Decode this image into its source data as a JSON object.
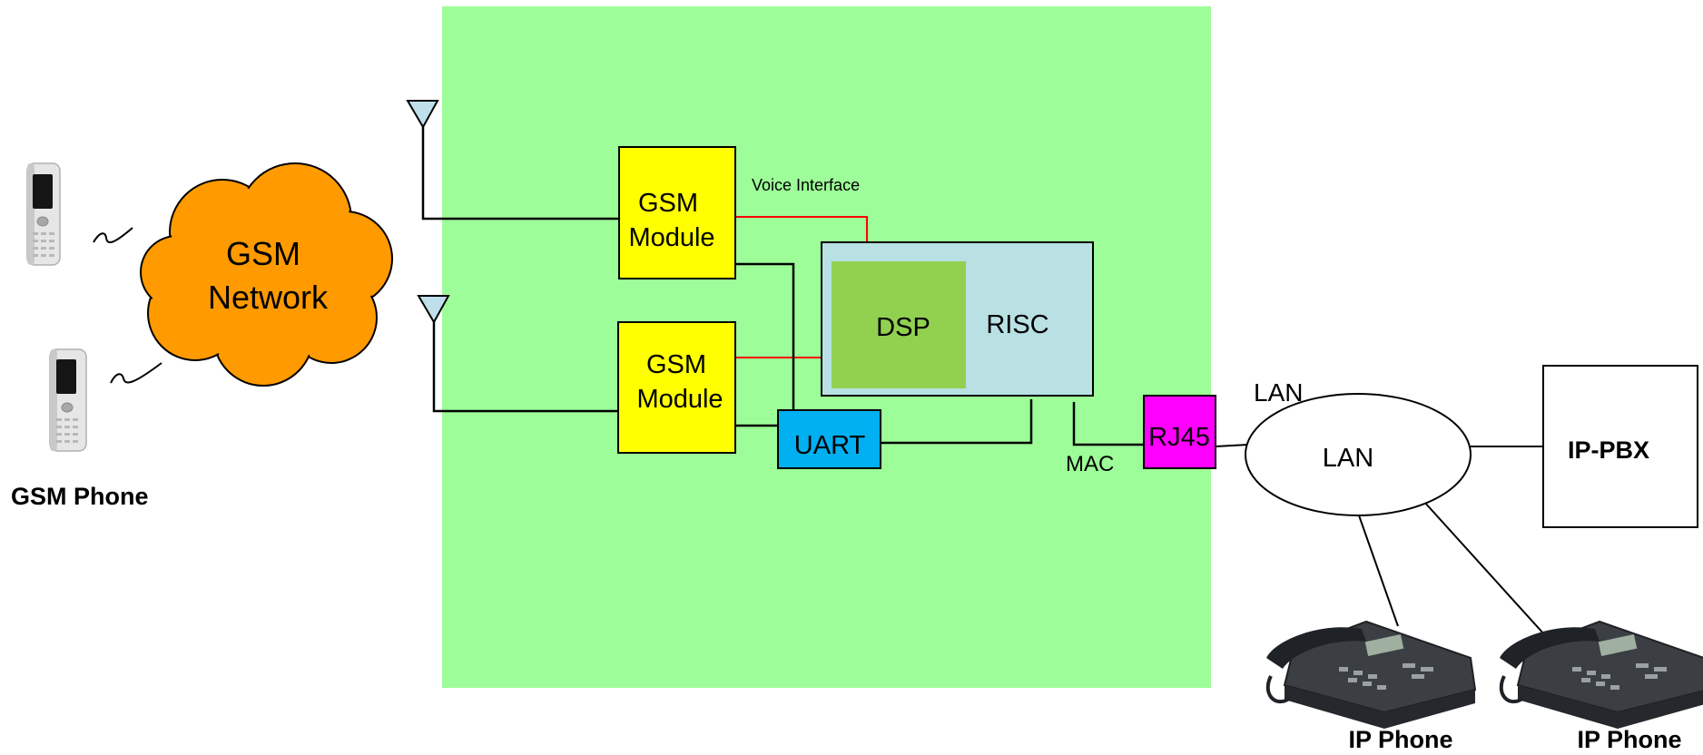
{
  "labels": {
    "gsm_network": [
      "GSM",
      "Network"
    ],
    "gsm_phone": "GSM Phone",
    "gsm_module_1": [
      "GSM",
      "Module"
    ],
    "gsm_module_2": [
      "GSM",
      "Module"
    ],
    "voice_interface": "Voice Interface",
    "dsp": "DSP",
    "risc": "RISC",
    "uart": "UART",
    "mac": "MAC",
    "rj45": "RJ45",
    "lan_link": "LAN",
    "lan_cloud": "LAN",
    "ip_pbx": "IP-PBX",
    "ip_phone_1": "IP Phone",
    "ip_phone_2": "IP Phone"
  },
  "colors": {
    "gateway_board": "#9dfd98",
    "gsm_network_cloud": "#ff9a00",
    "gsm_module": "#ffff00",
    "processor": "#b9e1e4",
    "dsp": "#92d050",
    "uart": "#00b0f0",
    "rj45": "#ff00ff",
    "voice_line": "#ff0000",
    "antenna": "#bfe0ea"
  }
}
